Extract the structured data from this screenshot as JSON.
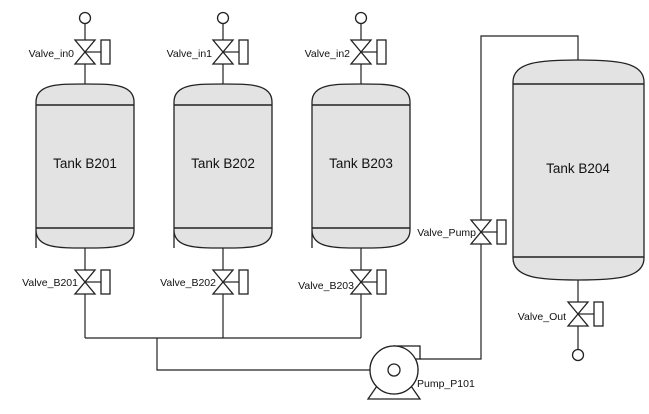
{
  "tanks": {
    "b201": {
      "label": "Tank B201"
    },
    "b202": {
      "label": "Tank B202"
    },
    "b203": {
      "label": "Tank B203"
    },
    "b204": {
      "label": "Tank B204"
    }
  },
  "valves": {
    "in0": {
      "label": "Valve_in0"
    },
    "in1": {
      "label": "Valve_in1"
    },
    "in2": {
      "label": "Valve_in2"
    },
    "b201": {
      "label": "Valve_B201"
    },
    "b202": {
      "label": "Valve_B202"
    },
    "b203": {
      "label": "Valve_B203"
    },
    "pump": {
      "label": "Valve_Pump"
    },
    "out": {
      "label": "Valve_Out"
    }
  },
  "pump": {
    "label": "Pump_P101"
  }
}
